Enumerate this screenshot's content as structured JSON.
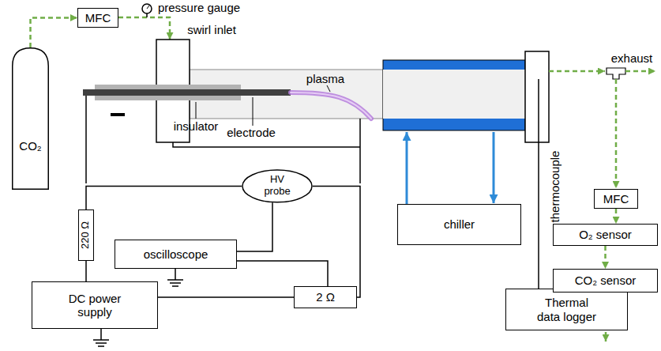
{
  "diagram": {
    "nodes": [
      {
        "text": [
          "CO₂"
        ]
      },
      {
        "text": [
          "MFC"
        ]
      },
      {
        "text": [
          "HV probe"
        ]
      },
      {
        "text": [
          "oscilloscope"
        ]
      },
      {
        "text": [
          "220 Ω"
        ]
      },
      {
        "text": [
          "2 Ω"
        ]
      },
      {
        "text": [
          "DC power supply"
        ]
      },
      {
        "text": [
          "chiller"
        ]
      },
      {
        "text": [
          "Thermal data logger"
        ]
      },
      {
        "text": [
          "MFC"
        ]
      },
      {
        "text": [
          "O₂ sensor"
        ]
      },
      {
        "text": [
          "CO₂ sensor"
        ]
      }
    ],
    "edges": [
      {
        "from": 0,
        "to": 1,
        "arrow": "to"
      },
      {
        "from": 4,
        "to": 2,
        "arrow": "none"
      },
      {
        "from": 2,
        "to": 3,
        "arrow": "none"
      },
      {
        "from": 3,
        "to": 5,
        "arrow": "none"
      },
      {
        "from": 2,
        "to": 5,
        "arrow": "none"
      },
      {
        "from": 6,
        "to": 4,
        "arrow": "none"
      },
      {
        "from": 6,
        "to": 5,
        "arrow": "none"
      },
      {
        "from": 9,
        "to": 10,
        "arrow": "to"
      },
      {
        "from": 10,
        "to": 11,
        "arrow": "to"
      }
    ],
    "labels": [
      "pressure gauge",
      "swirl inlet",
      "plasma",
      "insulator",
      "electrode",
      "thermocouple",
      "exhaust"
    ]
  }
}
